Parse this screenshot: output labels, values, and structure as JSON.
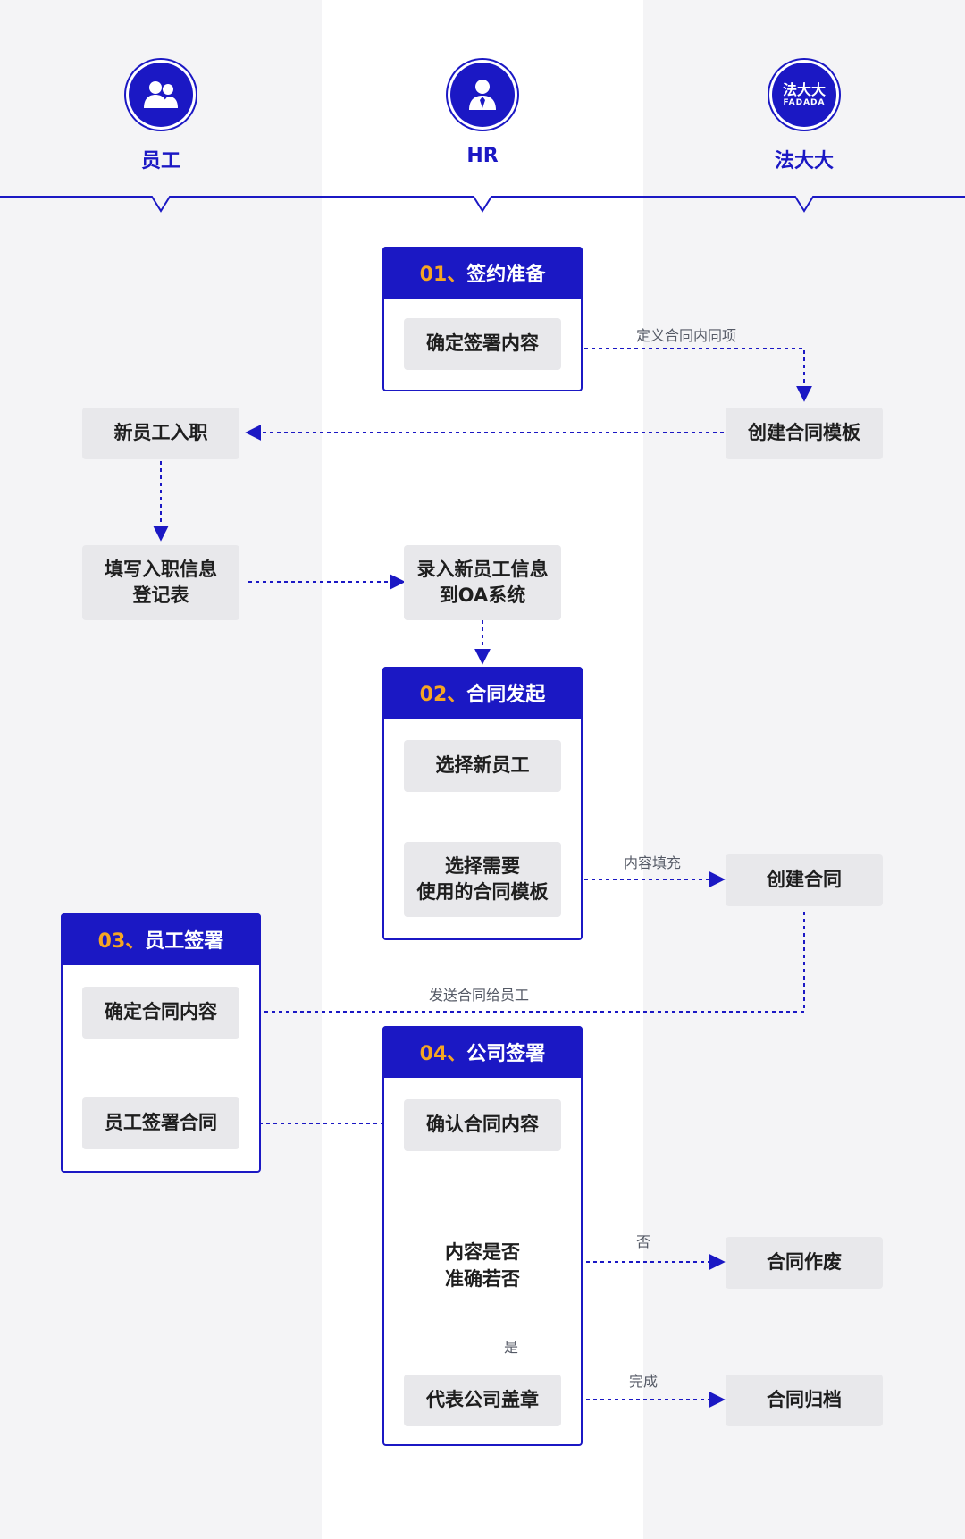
{
  "lanes": [
    {
      "title": "员工",
      "icon": "users-icon"
    },
    {
      "title": "HR",
      "icon": "user-tie-icon"
    },
    {
      "title": "法大大",
      "icon": "fadada-logo-icon",
      "logo_text": "法大大",
      "logo_sub": "FADADA"
    }
  ],
  "steps": {
    "s01": {
      "num": "01、",
      "title": "签约准备"
    },
    "s02": {
      "num": "02、",
      "title": "合同发起"
    },
    "s03": {
      "num": "03、",
      "title": "员工签署"
    },
    "s04": {
      "num": "04、",
      "title": "公司签署"
    }
  },
  "nodes": {
    "confirm_sign_content": "确定签署内容",
    "new_employee_onboard": "新员工入职",
    "create_contract_template": "创建合同模板",
    "fill_onboard_form": "填写入职信息\n登记表",
    "enter_info_oa": "录入新员工信息\n到OA系统",
    "select_new_employee": "选择新员工",
    "select_template": "选择需要\n使用的合同模板",
    "create_contract": "创建合同",
    "confirm_contract_content": "确定合同内容",
    "employee_sign_contract": "员工签署合同",
    "confirm_contract_content_hr": "确认合同内容",
    "decision": "内容是否\n准确若否",
    "company_seal": "代表公司盖章",
    "contract_void": "合同作废",
    "contract_archive": "合同归档"
  },
  "edge_labels": {
    "define_items": "定义合同内同项",
    "fill_content": "内容填充",
    "send_to_employee": "发送合同给员工",
    "no": "否",
    "yes": "是",
    "done": "完成"
  },
  "colors": {
    "brand": "#1b18c4",
    "accent": "#f5a623",
    "lane_gray": "#f4f4f6",
    "node_gray": "#e8e8eb"
  }
}
